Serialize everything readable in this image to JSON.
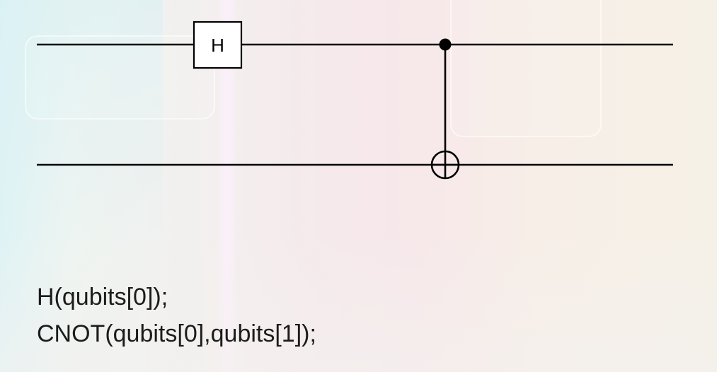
{
  "circuit": {
    "qubit_count": 2,
    "gates": [
      {
        "type": "H",
        "label": "H",
        "target_qubit": 0
      },
      {
        "type": "CNOT",
        "control_qubit": 0,
        "target_qubit": 1
      }
    ]
  },
  "code": {
    "lines": [
      "H(qubits[0]);",
      "CNOT(qubits[0],qubits[1]);"
    ]
  },
  "colors": {
    "line": "#000000",
    "text": "#1c1c1c",
    "gate_fill": "#ffffff"
  }
}
